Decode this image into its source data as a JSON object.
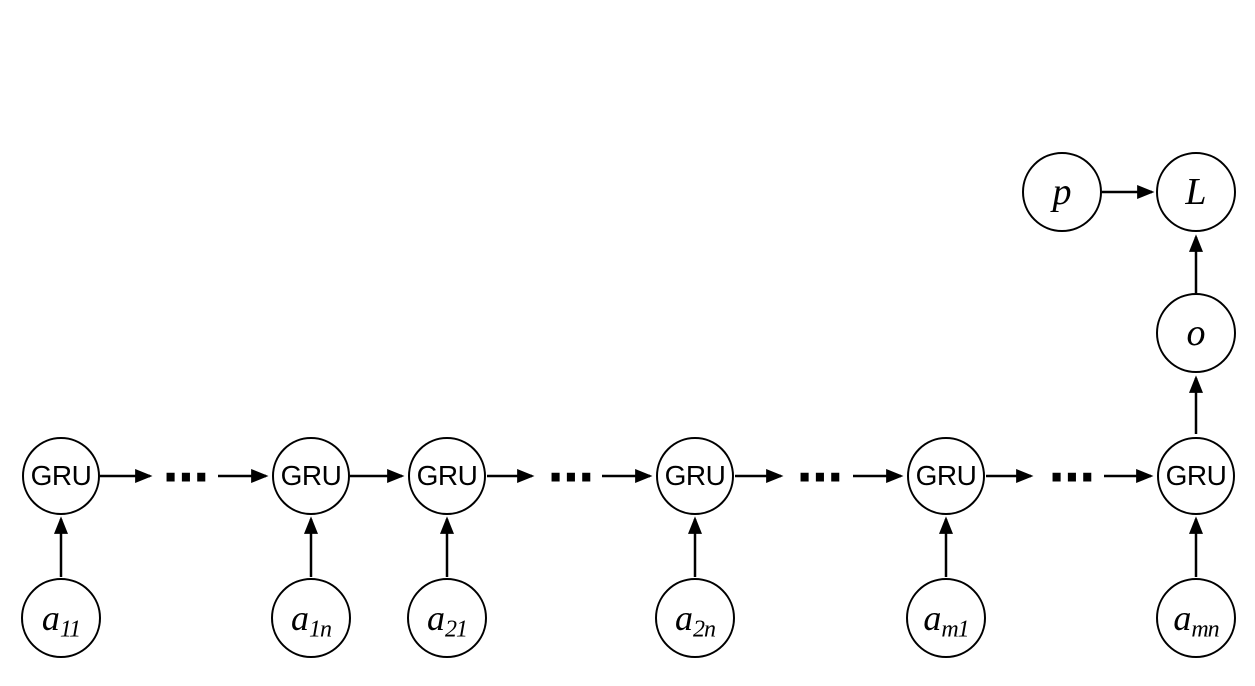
{
  "colors": {
    "stroke": "#000000",
    "node_fill": "#ffffff",
    "background": "#ffffff"
  },
  "labels": {
    "gru": "GRU",
    "ellipsis": "⋯",
    "p": "p",
    "loss": "L",
    "output": "o"
  },
  "inputs": [
    {
      "base": "a",
      "sub": "11"
    },
    {
      "base": "a",
      "sub": "1n"
    },
    {
      "base": "a",
      "sub": "21"
    },
    {
      "base": "a",
      "sub": "2n"
    },
    {
      "base": "a",
      "sub": "m1"
    },
    {
      "base": "a",
      "sub": "mn"
    }
  ]
}
